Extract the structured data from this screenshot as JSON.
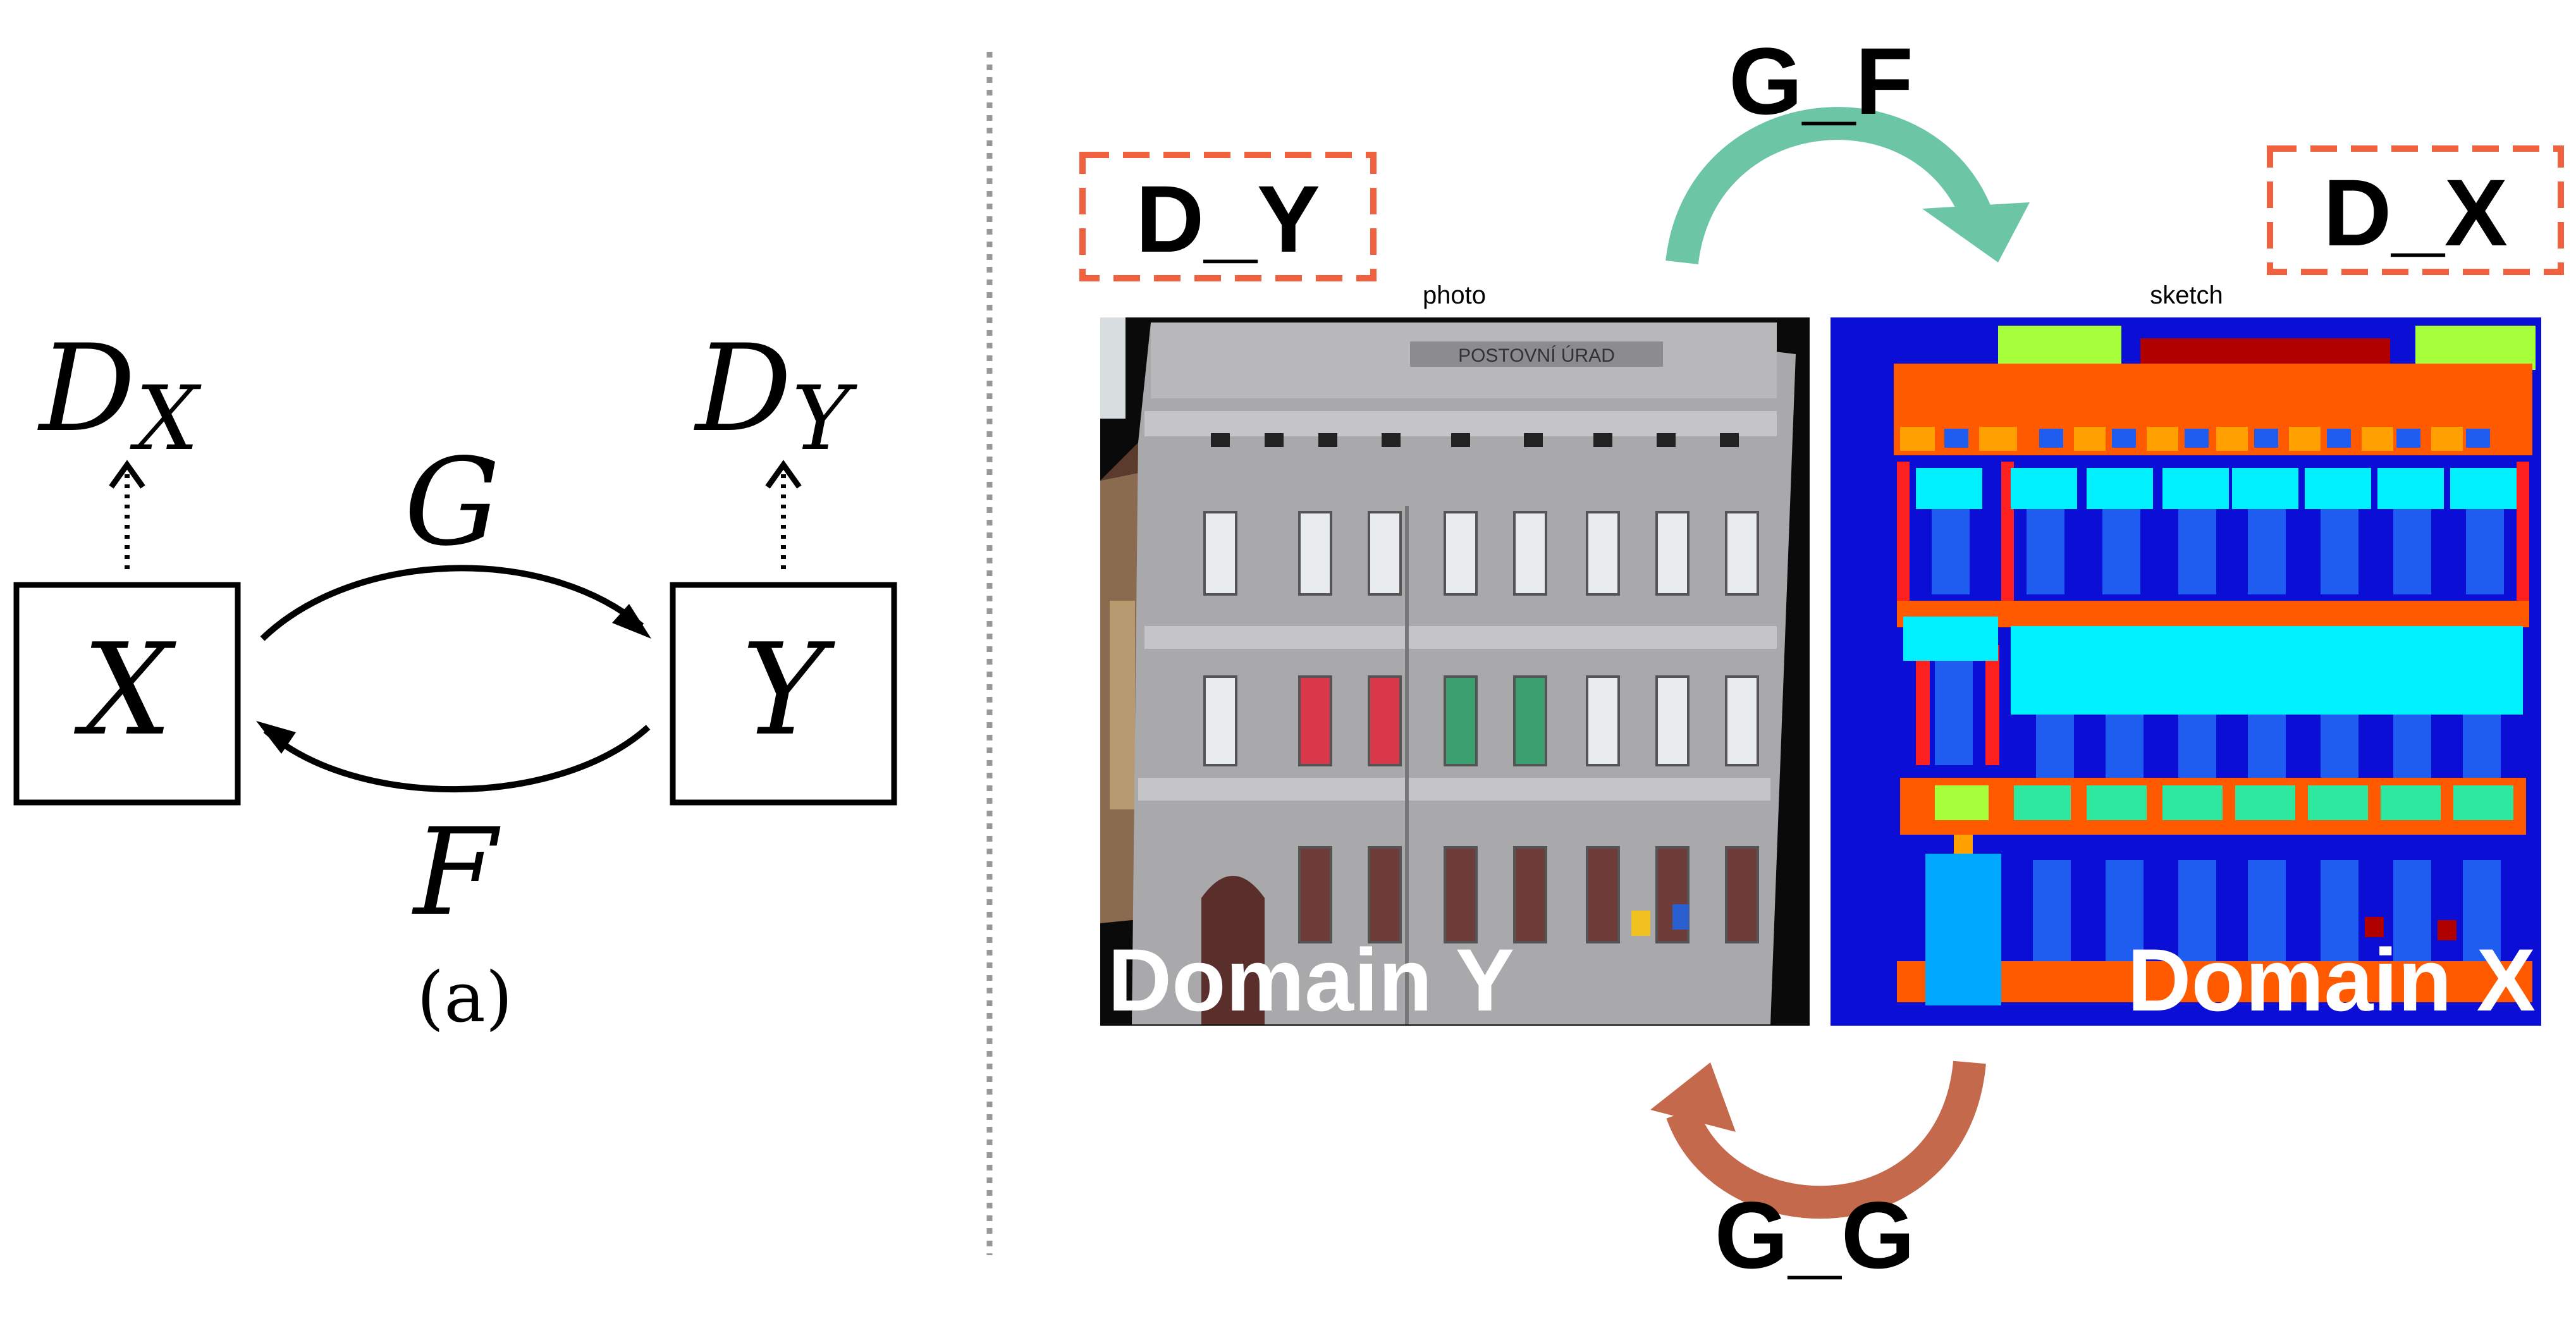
{
  "left": {
    "box_x": "X",
    "box_y": "Y",
    "d_x_base": "D",
    "d_x_sub": "X",
    "d_y_base": "D",
    "d_y_sub": "Y",
    "arrow_g": "G",
    "arrow_f": "F",
    "caption": "(a)"
  },
  "right": {
    "gen_top_label": "G_F",
    "gen_bottom_label": "G_G",
    "disc_left_label": "D_Y",
    "disc_right_label": "D_X",
    "photo_caption": "photo",
    "sketch_caption": "sketch",
    "photo_domain": "Domain Y",
    "sketch_domain": "Domain X",
    "photo_sign": "POSTOVNÍ ÚRAD"
  },
  "colors": {
    "arrow_top": "#6cc5a5",
    "arrow_bottom": "#c4694b",
    "disc_border": "#f0613f",
    "separator": "#999999",
    "sketch_bg": "#0b0fd6",
    "sketch_orange": "#ff5a00",
    "sketch_blue": "#1f5cf0",
    "sketch_cyan": "#00f0ff",
    "sketch_green": "#2fe8a0",
    "sketch_lime": "#a6ff3a",
    "sketch_red": "#b00000"
  }
}
